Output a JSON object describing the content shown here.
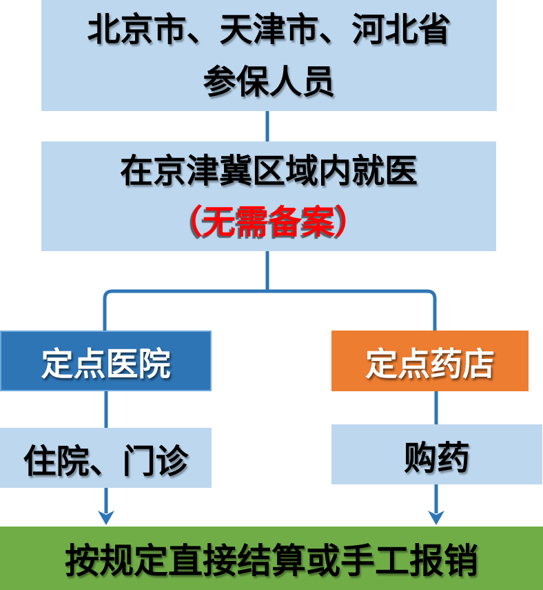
{
  "flowchart": {
    "nodes": {
      "insured": {
        "line1": "北京市、天津市、河北省",
        "line2": "参保人员"
      },
      "region_treatment": {
        "line1": "在京津冀区域内就医",
        "line2": "（无需备案）"
      },
      "hospital": {
        "label": "定点医院"
      },
      "pharmacy": {
        "label": "定点药店"
      },
      "hospital_services": {
        "label": "住院、门诊"
      },
      "pharmacy_services": {
        "label": "购药"
      },
      "settlement": {
        "label": "按规定直接结算或手工报销"
      }
    },
    "colors": {
      "box_light_blue": "#BDD7EE",
      "box_dark_blue": "#2E75B6",
      "box_dark_blue_border": "#6FA8DC",
      "box_orange": "#ED7D31",
      "box_green": "#70AD47",
      "connector_blue": "#2E75B6",
      "text_black": "#000000",
      "text_white": "#FFFFFF",
      "text_red": "#FF0000"
    }
  }
}
